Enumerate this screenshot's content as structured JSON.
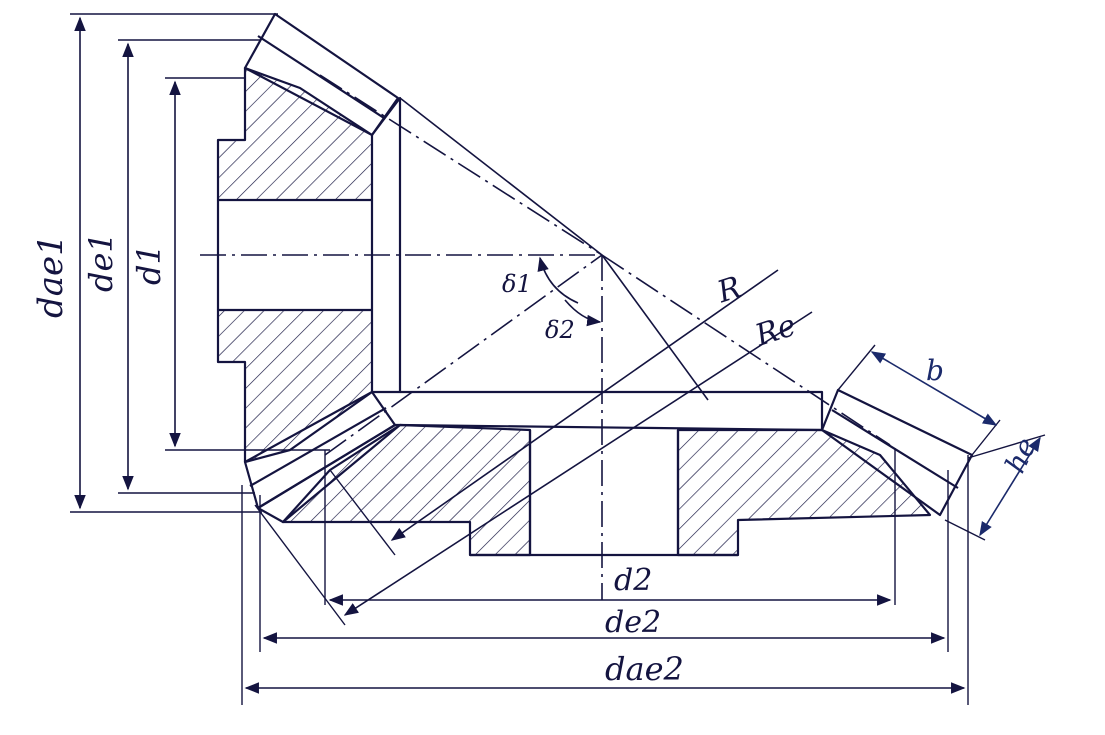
{
  "labels": {
    "da_e1": "dae1",
    "d_e1": "de1",
    "d_1": "d1",
    "delta_1": "δ1",
    "delta_2": "δ2",
    "r": "R",
    "r_e": "Re",
    "b": "b",
    "h_e": "he",
    "d_2": "d2",
    "d_e2": "de2",
    "da_e2": "dae2"
  },
  "colors": {
    "ink": "#141440",
    "blue_ink": "#1b2a6b",
    "background": "#ffffff"
  }
}
